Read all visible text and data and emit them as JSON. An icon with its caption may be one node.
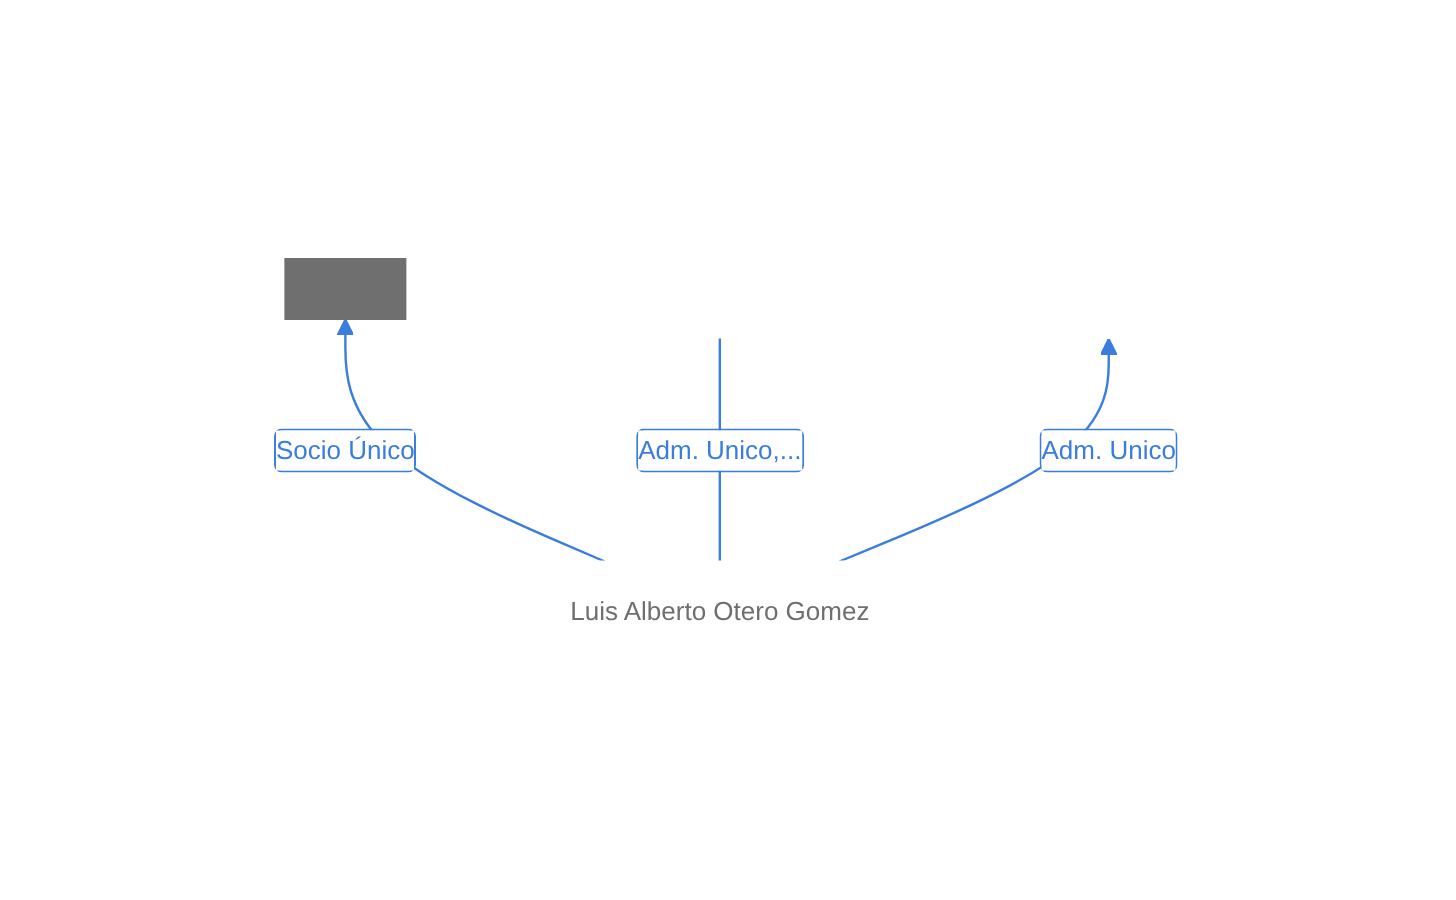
{
  "diagram": {
    "nodes": [
      {
        "text": [],
        "shape": "building"
      },
      {
        "text": [
          "Luis Alberto Otero Gomez"
        ]
      }
    ],
    "edges": [
      {
        "from": 1,
        "to": 0,
        "label": "Socio Único",
        "arrow": "to"
      },
      {
        "from": 1,
        "to": null,
        "label": "Adm. Unico,...",
        "arrow": "none"
      },
      {
        "from": 1,
        "to": null,
        "label": "Adm. Unico",
        "arrow": "to"
      }
    ]
  }
}
